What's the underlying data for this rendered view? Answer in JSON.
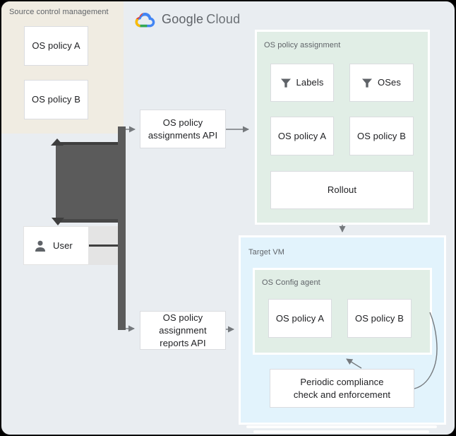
{
  "source_control": {
    "title": "Source control management",
    "policy_a": "OS policy A",
    "policy_b": "OS policy B"
  },
  "logo": {
    "google": "Google",
    "cloud": "Cloud"
  },
  "user": {
    "label": "User"
  },
  "apis": {
    "assignments": {
      "line1": "OS policy",
      "line2": "assignments API"
    },
    "reports": {
      "line1": "OS policy",
      "line2": "assignment",
      "line3": "reports API"
    }
  },
  "policy_assignment": {
    "title": "OS policy assignment",
    "labels_filter": "Labels",
    "oses_filter": "OSes",
    "policy_a": "OS policy A",
    "policy_b": "OS policy B",
    "rollout": "Rollout"
  },
  "target_vm": {
    "title": "Target VM",
    "agent_title": "OS Config agent",
    "policy_a": "OS policy A",
    "policy_b": "OS policy B",
    "compliance_line1": "Periodic compliance",
    "compliance_line2": "check and enforcement"
  },
  "icons": {
    "filter": "funnel-filter-icon",
    "user": "person-icon",
    "logo": "google-cloud-multicolor-cloud"
  },
  "colors": {
    "background": "#e9edf1",
    "source_panel": "#f0ece2",
    "assignment_panel": "#e1eee6",
    "vm_panel": "#e2f3fc",
    "connector_dark": "#5b5b5b",
    "arrow_gray": "#75797d",
    "logo_blue": "#4285f4",
    "logo_red": "#ea4335",
    "logo_yellow": "#fbbc05",
    "logo_green": "#34a853"
  }
}
